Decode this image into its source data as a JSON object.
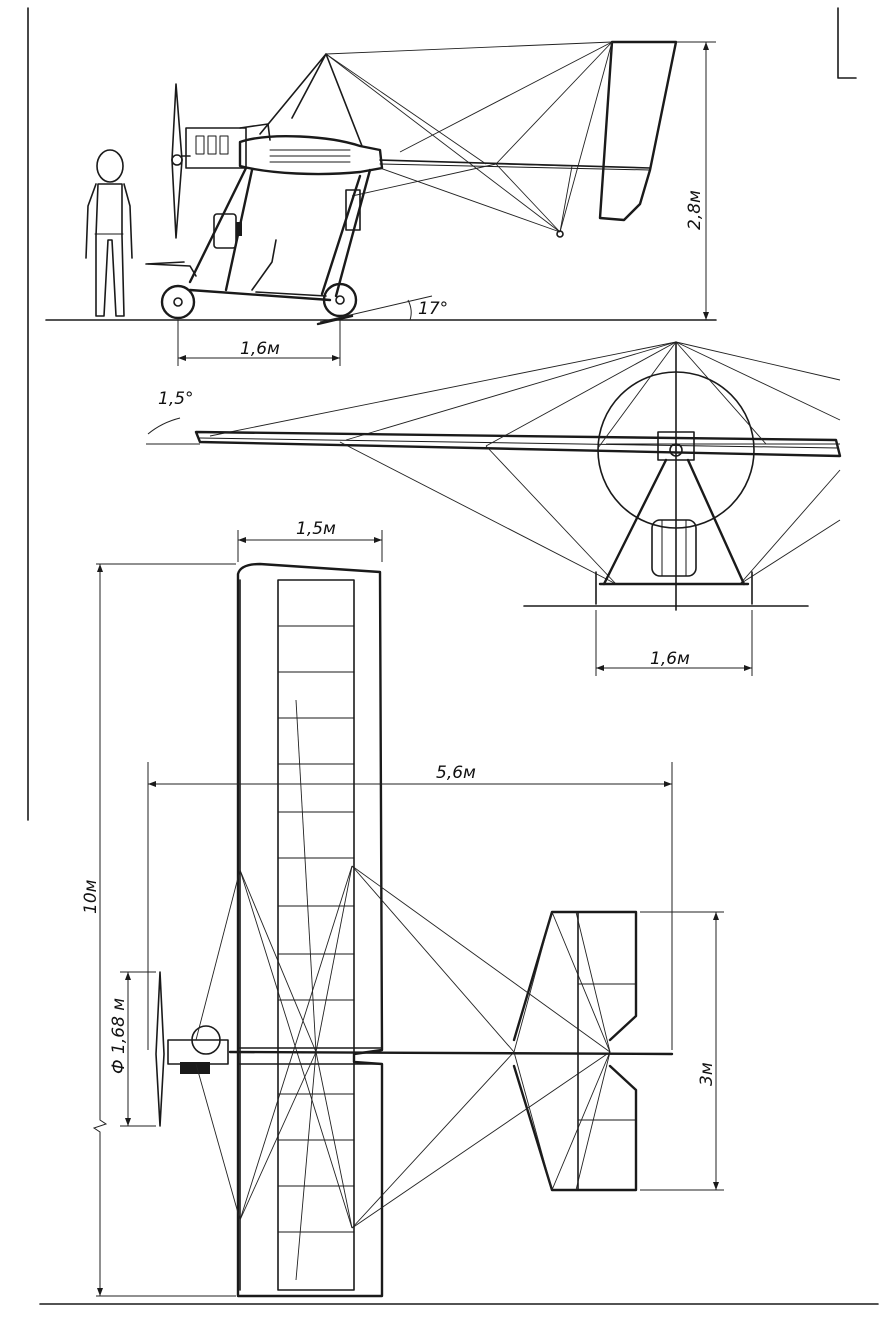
{
  "dimensions": {
    "gear_track_side": "1,6м",
    "height": "2,8м",
    "tail_angle": "17°",
    "dihedral": "1,5°",
    "gear_track_front": "1,6м",
    "wing_chord": "1,5м",
    "length": "5,6м",
    "span": "10м",
    "prop_diameter": "Ф 1,68 м",
    "stabilizer_span": "3м"
  }
}
